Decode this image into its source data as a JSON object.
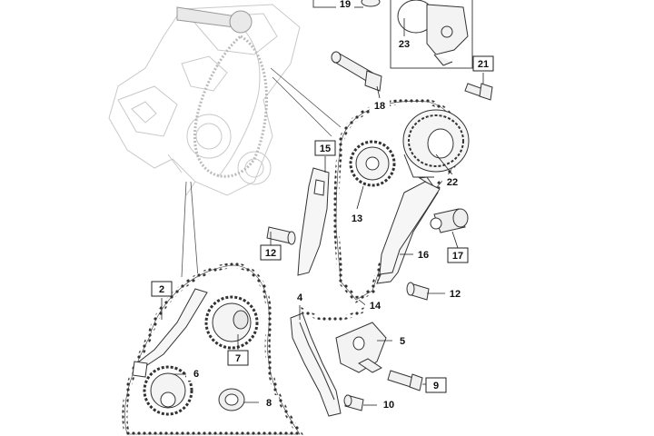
{
  "diagram": {
    "callouts": [
      {
        "id": "c19",
        "text": "19"
      },
      {
        "id": "c23",
        "text": "23"
      },
      {
        "id": "c21",
        "text": "21"
      },
      {
        "id": "c18",
        "text": "18"
      },
      {
        "id": "c15",
        "text": "15"
      },
      {
        "id": "c22",
        "text": "22"
      },
      {
        "id": "c13",
        "text": "13"
      },
      {
        "id": "c12a",
        "text": "12"
      },
      {
        "id": "c16",
        "text": "16"
      },
      {
        "id": "c17",
        "text": "17"
      },
      {
        "id": "c2",
        "text": "2"
      },
      {
        "id": "c4",
        "text": "4"
      },
      {
        "id": "c14",
        "text": "14"
      },
      {
        "id": "c12b",
        "text": "12"
      },
      {
        "id": "c5",
        "text": "5"
      },
      {
        "id": "c7",
        "text": "7"
      },
      {
        "id": "c6",
        "text": "6"
      },
      {
        "id": "c9",
        "text": "9"
      },
      {
        "id": "c8",
        "text": "8"
      },
      {
        "id": "c10",
        "text": "10"
      }
    ]
  }
}
